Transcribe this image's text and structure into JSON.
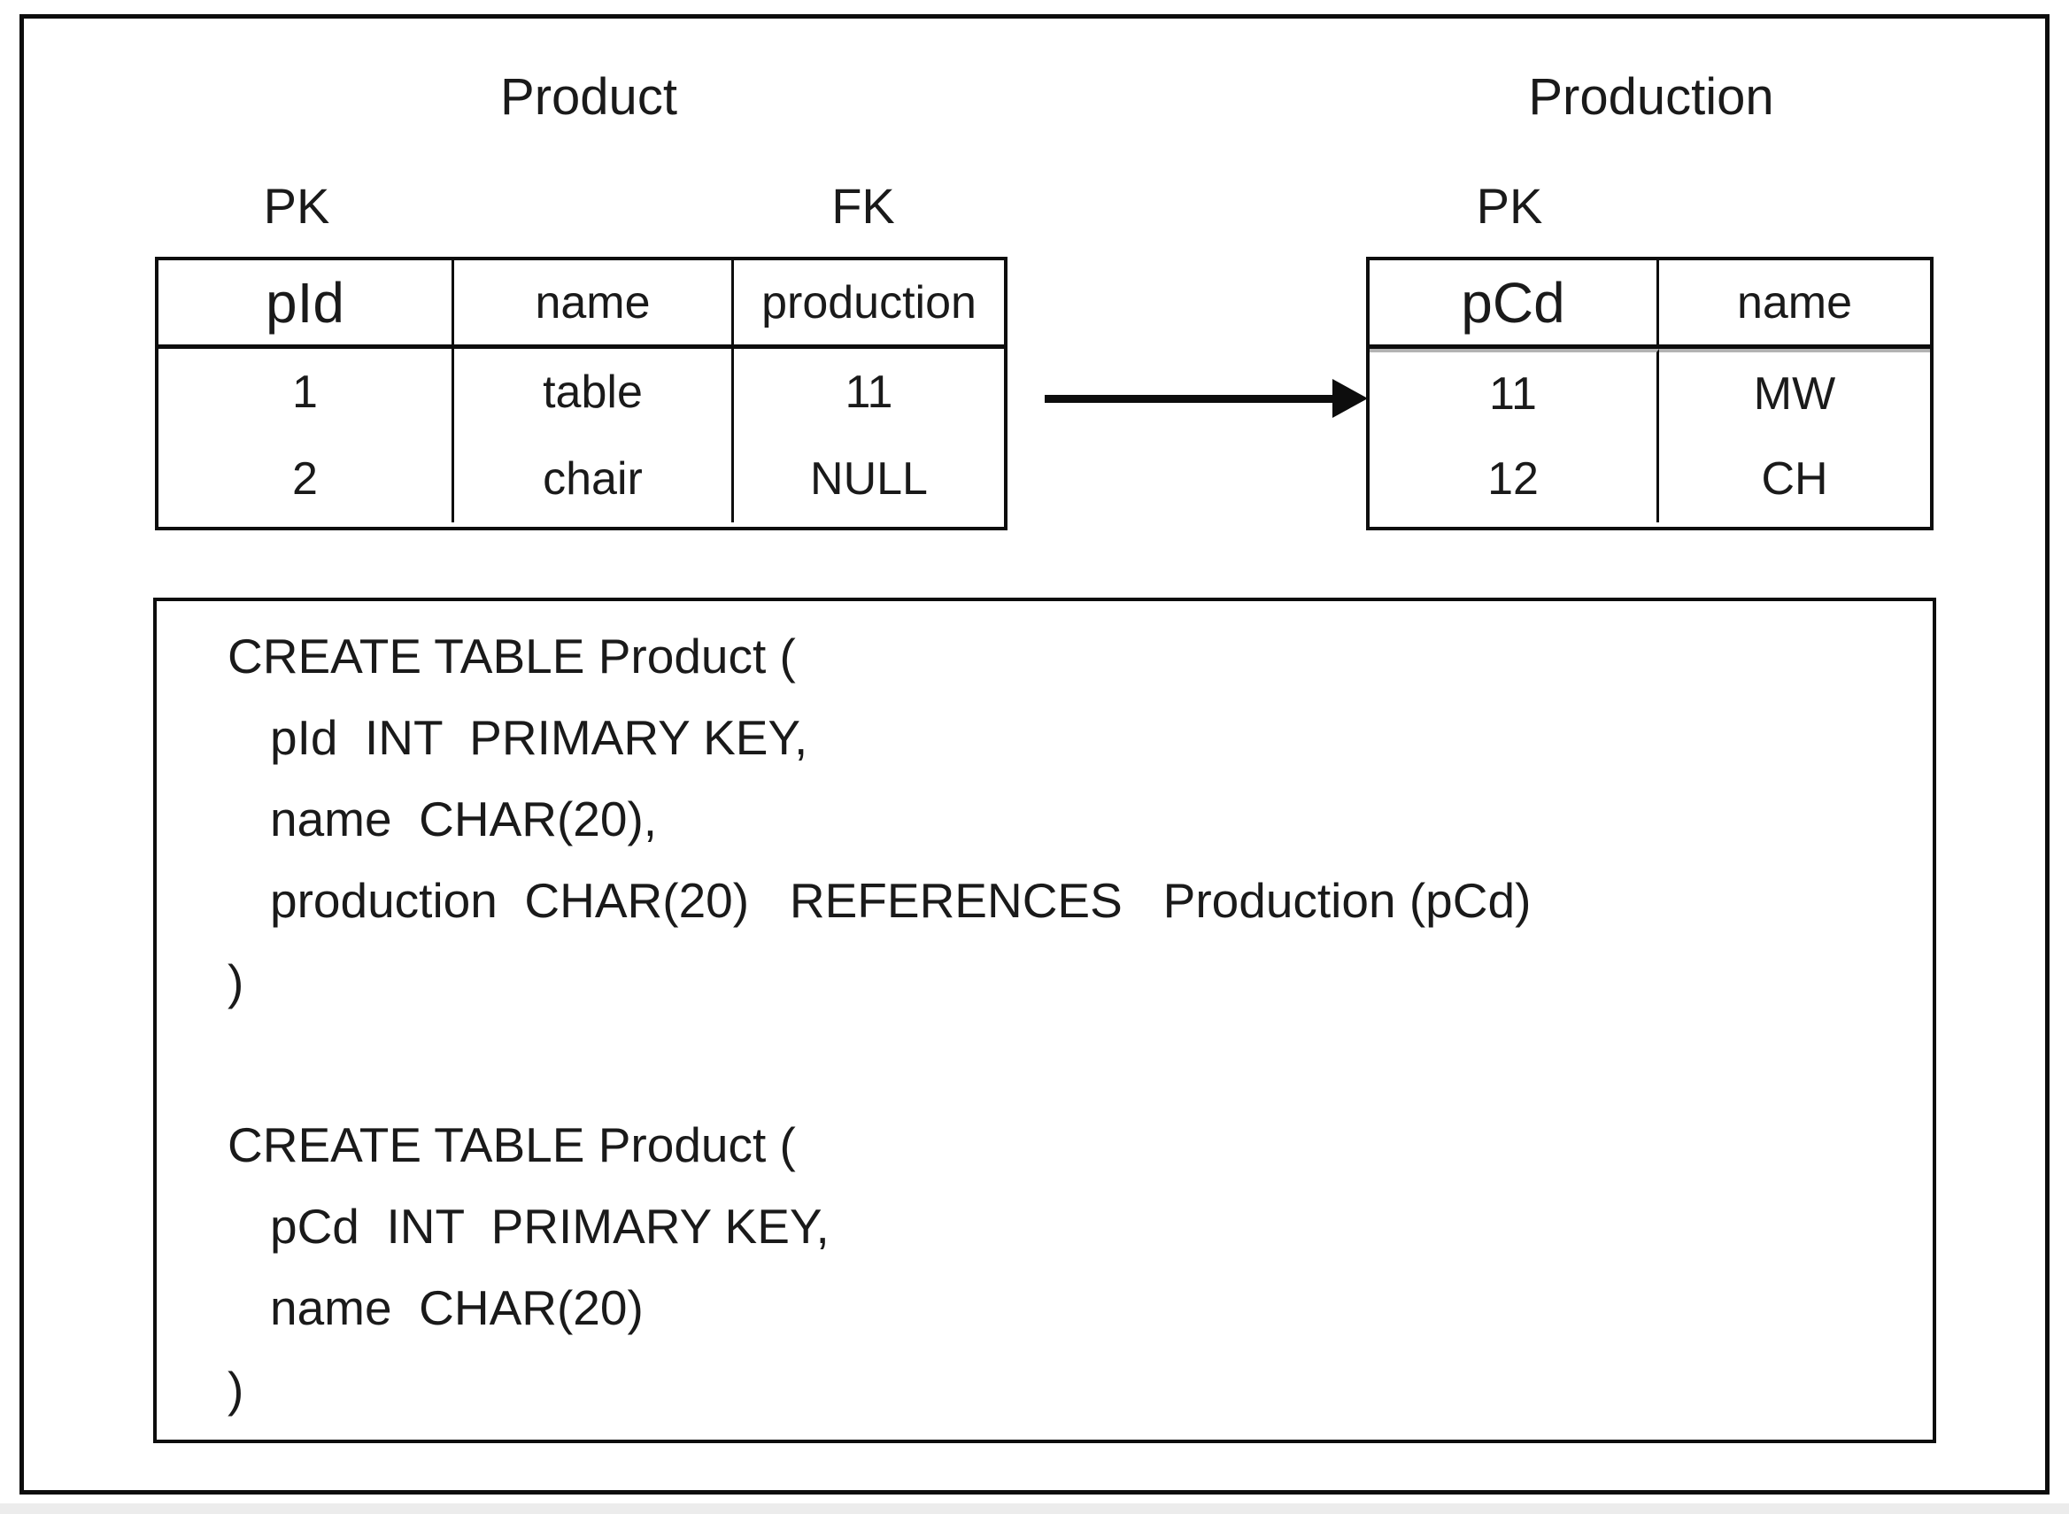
{
  "product": {
    "title": "Product",
    "pk_label": "PK",
    "fk_label": "FK",
    "columns": [
      "pId",
      "name",
      "production"
    ],
    "rows": [
      [
        "1",
        "table",
        "11"
      ],
      [
        "2",
        "chair",
        "NULL"
      ]
    ]
  },
  "production": {
    "title": "Production",
    "pk_label": "PK",
    "columns": [
      "pCd",
      "name"
    ],
    "rows": [
      [
        "11",
        "MW"
      ],
      [
        "12",
        "CH"
      ]
    ]
  },
  "sql": {
    "lines": [
      "CREATE TABLE Product (",
      "pId  INT  PRIMARY KEY,",
      "name  CHAR(20),",
      "production  CHAR(20)   REFERENCES   Production (pCd)",
      ")",
      "",
      "CREATE TABLE Product (",
      "pCd  INT  PRIMARY KEY,",
      "name  CHAR(20)",
      ")"
    ]
  },
  "colors": {
    "border": "#0d0d0d",
    "text": "#1a1a1a",
    "header_separator_gray": "#b3b3b3",
    "background": "#ffffff"
  }
}
